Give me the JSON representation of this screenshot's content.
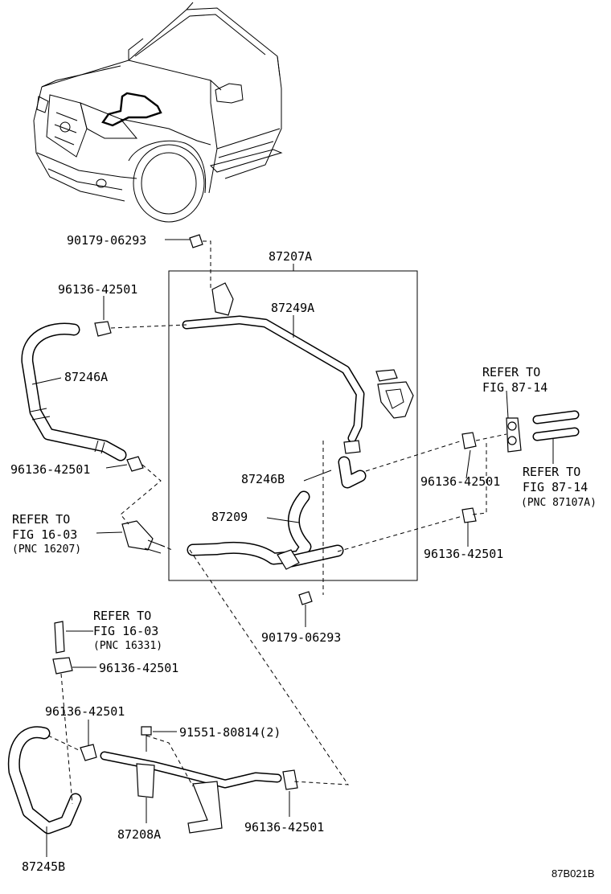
{
  "labels": {
    "clip_top": "90179-06293",
    "assy": "87207A",
    "clamp_upper": "96136-42501",
    "pipe_upper": "87249A",
    "hose_left": "87246A",
    "clamp_left_lower": "96136-42501",
    "refer_right_a_1": "REFER TO",
    "refer_right_a_2": "FIG 87-14",
    "clamp_right_mid": "96136-42501",
    "hose_b": "87246B",
    "refer_right_b_1": "REFER TO",
    "refer_right_b_2": "FIG 87-14",
    "refer_right_b_3": "(PNC 87107A)",
    "refer_left_1": "REFER TO",
    "refer_left_2": "FIG 16-03",
    "refer_left_3": "(PNC 16207)",
    "hose_209": "87209",
    "clamp_right_low": "96136-42501",
    "clip_bottom": "90179-06293",
    "refer_low_1": "REFER TO",
    "refer_low_2": "FIG 16-03",
    "refer_low_3": "(PNC 16331)",
    "clamp_low_a": "96136-42501",
    "clamp_low_b": "96136-42501",
    "bolt": "91551-80814(2)",
    "pipe_lower": "87208A",
    "clamp_low_c": "96136-42501",
    "hose_lower": "87245B",
    "figure_code": "87B021B"
  }
}
